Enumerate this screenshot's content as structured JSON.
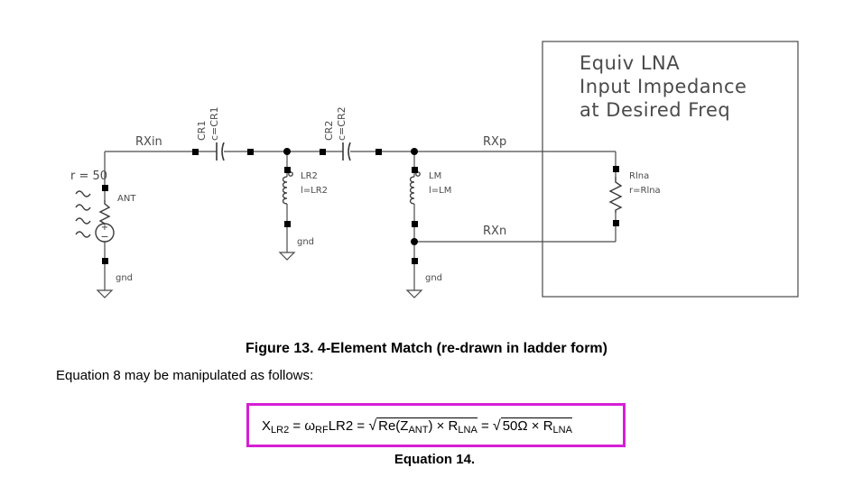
{
  "schematic": {
    "lna_box_lines": [
      "Equiv LNA",
      "Input Impedance",
      "at Desired Freq"
    ],
    "nets": {
      "rxin": "RXin",
      "rxp": "RXp",
      "rxn": "RXn"
    },
    "source": {
      "resistance": "r = 50",
      "name": "ANT",
      "gnd": "gnd"
    },
    "cr1": {
      "name": "CR1",
      "value": "c=CR1"
    },
    "cr2": {
      "name": "CR2",
      "value": "c=CR2"
    },
    "lr2": {
      "name": "LR2",
      "value": "l=LR2",
      "gnd": "gnd"
    },
    "lm": {
      "name": "LM",
      "value": "l=LM",
      "gnd": "gnd"
    },
    "rlna": {
      "name": "Rlna",
      "value": "r=Rlna"
    }
  },
  "caption": "Figure 13. 4-Element Match (re-drawn in ladder form)",
  "intro": "Equation 8 may be manipulated as follows:",
  "equation": {
    "x": "X",
    "x_sub": "LR2",
    "eq1": " = ",
    "omega": "ω",
    "omega_sub": "RF",
    "lr2": "LR2",
    "eq2": " = ",
    "rad1_a": "Re(Z",
    "rad1_a_sub": "ANT",
    "rad1_b": ") × R",
    "rad1_b_sub": "LNA",
    "eq3": " = ",
    "rad2_a": "50Ω × R",
    "rad2_a_sub": "LNA"
  },
  "equation_label": "Equation 14.",
  "colors": {
    "box_border": "#d51fd5",
    "wire": "#4a4a4a",
    "component": "#3a3a3a"
  }
}
